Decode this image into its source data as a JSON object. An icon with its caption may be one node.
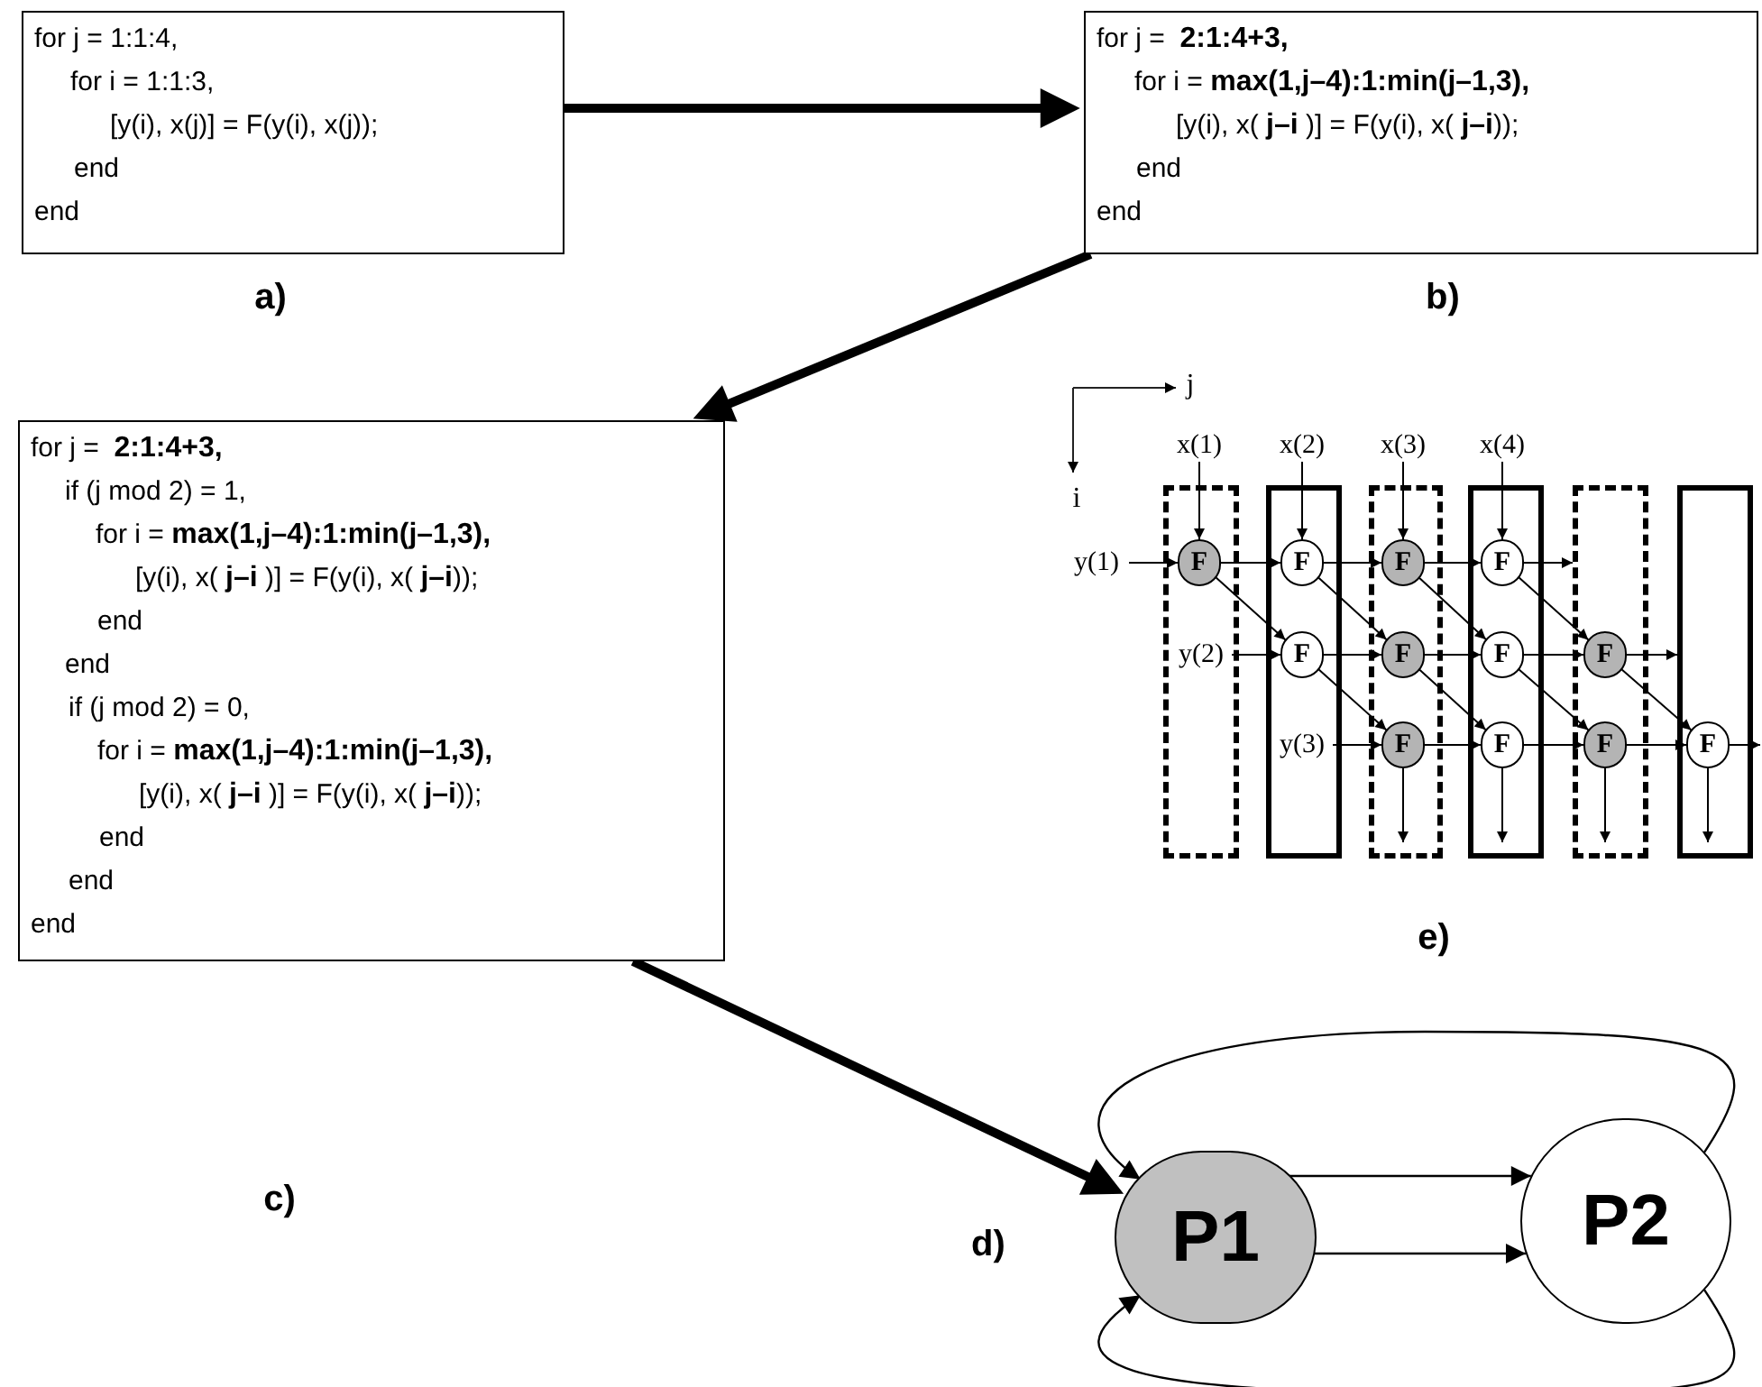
{
  "diagram": {
    "nodes": [
      {
        "text": [
          "for j = 1:1:4,",
          "for i = 1:1:3,",
          "[y(i), x(j)] = F(y(i), x(j));",
          "end",
          "end"
        ],
        "beside": [
          "a)"
        ]
      },
      {
        "text": [
          "for j =  **2:1:4+3,**",
          "for i = **max(1,j–4):1:min(j–1,3),**",
          "[y(i), x( **j–i** )] = F(y(i), x( **j–i**));",
          "end",
          "end"
        ],
        "beside": [
          "b)"
        ]
      },
      {
        "text": [
          "for j =  **2:1:4+3,**",
          "if (j mod 2) = 1,",
          "for i = **max(1,j–4):1:min(j–1,3),**",
          "[y(i), x( **j–i** )] = F(y(i), x( **j–i**));",
          "end",
          "end",
          "if (j mod 2) = 0,",
          "for i = **max(1,j–4):1:min(j–1,3),**",
          "[y(i), x( **j–i** )] = F(y(i), x( **j–i**));",
          "end",
          "end",
          "end"
        ]
      },
      {
        "text": [
          "P1"
        ]
      },
      {
        "text": [
          "P2"
        ]
      },
      {
        "text": [],
        "shape": "box"
      },
      {
        "text": [],
        "shape": "box"
      },
      {
        "text": [],
        "shape": "box"
      },
      {
        "text": [],
        "shape": "box"
      },
      {
        "text": [],
        "shape": "box"
      },
      {
        "text": [],
        "shape": "box"
      },
      {
        "text": [
          "F"
        ],
        "in": 5
      },
      {
        "text": [
          "F"
        ],
        "in": 6
      },
      {
        "text": [
          "F"
        ],
        "in": 7
      },
      {
        "text": [
          "F"
        ],
        "in": 8
      },
      {
        "text": [
          "F"
        ],
        "in": 6
      },
      {
        "text": [
          "F"
        ],
        "in": 7
      },
      {
        "text": [
          "F"
        ],
        "in": 8
      },
      {
        "text": [
          "F"
        ],
        "in": 9
      },
      {
        "text": [
          "F"
        ],
        "in": 7
      },
      {
        "text": [
          "F"
        ],
        "in": 8
      },
      {
        "text": [
          "F"
        ],
        "in": 9
      },
      {
        "text": [
          "F"
        ],
        "in": 10
      },
      {
        "text": [
          "x(1)"
        ]
      },
      {
        "text": [
          "x(2)"
        ]
      },
      {
        "text": [
          "x(3)"
        ]
      },
      {
        "text": [
          "x(4)"
        ]
      },
      {
        "text": [
          "y(1)"
        ]
      },
      {
        "text": [
          "y(2)"
        ],
        "in": 5
      },
      {
        "text": [
          "y(3)"
        ],
        "in": 6
      }
    ],
    "edges": [
      {
        "from": 0,
        "to": 1,
        "arrow": "to",
        "style": "thick"
      },
      {
        "from": 1,
        "to": 2,
        "arrow": "to",
        "style": "thick"
      },
      {
        "from": 2,
        "to": 3,
        "arrow": "to",
        "style": "thick"
      },
      {
        "from": 3,
        "to": 4,
        "arrow": "to"
      },
      {
        "from": 3,
        "to": 4,
        "arrow": "to"
      },
      {
        "from": 4,
        "to": 3,
        "arrow": "to"
      },
      {
        "from": 4,
        "to": 3,
        "arrow": "to"
      },
      {
        "from": 23,
        "to": 11,
        "arrow": "to"
      },
      {
        "from": 24,
        "to": 12,
        "arrow": "to"
      },
      {
        "from": 25,
        "to": 13,
        "arrow": "to"
      },
      {
        "from": 26,
        "to": 14,
        "arrow": "to"
      },
      {
        "from": 27,
        "to": 11,
        "arrow": "to"
      },
      {
        "from": 28,
        "to": 15,
        "arrow": "to"
      },
      {
        "from": 29,
        "to": 19,
        "arrow": "to"
      },
      {
        "from": 11,
        "to": 12,
        "arrow": "to"
      },
      {
        "from": 12,
        "to": 13,
        "arrow": "to"
      },
      {
        "from": 13,
        "to": 14,
        "arrow": "to"
      },
      {
        "from": 14,
        "to": 9,
        "arrow": "to"
      },
      {
        "from": 15,
        "to": 16,
        "arrow": "to"
      },
      {
        "from": 16,
        "to": 17,
        "arrow": "to"
      },
      {
        "from": 17,
        "to": 18,
        "arrow": "to"
      },
      {
        "from": 18,
        "to": 10,
        "arrow": "to"
      },
      {
        "from": 19,
        "to": 20,
        "arrow": "to"
      },
      {
        "from": 20,
        "to": 21,
        "arrow": "to"
      },
      {
        "from": 21,
        "to": 22,
        "arrow": "to"
      },
      {
        "from": 22,
        "to": null,
        "arrow": "to"
      },
      {
        "from": 11,
        "to": 15,
        "arrow": "to"
      },
      {
        "from": 12,
        "to": 16,
        "arrow": "to"
      },
      {
        "from": 13,
        "to": 17,
        "arrow": "to"
      },
      {
        "from": 14,
        "to": 18,
        "arrow": "to"
      },
      {
        "from": 15,
        "to": 19,
        "arrow": "to"
      },
      {
        "from": 16,
        "to": 20,
        "arrow": "to"
      },
      {
        "from": 17,
        "to": 21,
        "arrow": "to"
      },
      {
        "from": 18,
        "to": 22,
        "arrow": "to"
      },
      {
        "from": 19,
        "to": null,
        "arrow": "to"
      },
      {
        "from": 20,
        "to": null,
        "arrow": "to"
      },
      {
        "from": 21,
        "to": null,
        "arrow": "to"
      },
      {
        "from": 22,
        "to": null,
        "arrow": "to"
      }
    ],
    "labels": [
      "j",
      "i",
      "e)",
      "c)",
      "d)"
    ]
  }
}
